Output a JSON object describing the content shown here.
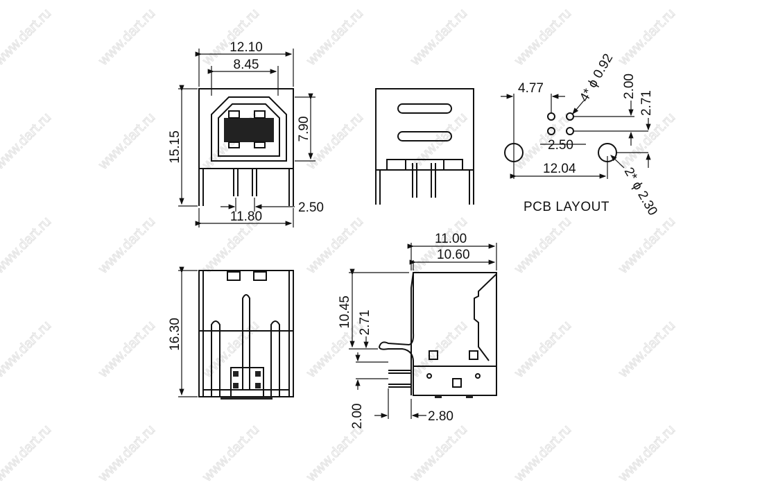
{
  "watermark": "www.dart.ru",
  "front_view": {
    "width_outer": "12.10",
    "width_inner": "8.45",
    "height": "15.15",
    "opening_height": "7.90",
    "pin_span": "11.80",
    "pin_pitch": "2.50"
  },
  "top_side_view": {},
  "pcb_layout": {
    "title": "PCB LAYOUT",
    "offset": "4.77",
    "hole_small": "4* ϕ 0.92",
    "row_pitch": "2.00",
    "offset_y": "2.71",
    "pin_pitch": "2.50",
    "mount_span": "12.04",
    "hole_large": "2* ϕ 2.30"
  },
  "bottom_view": {
    "depth": "16.30"
  },
  "side_view": {
    "length_outer": "11.00",
    "length_inner": "10.60",
    "height": "10.45",
    "tab_offset": "2.71",
    "pin_pitch": "2.00",
    "pin_offset": "2.80"
  }
}
